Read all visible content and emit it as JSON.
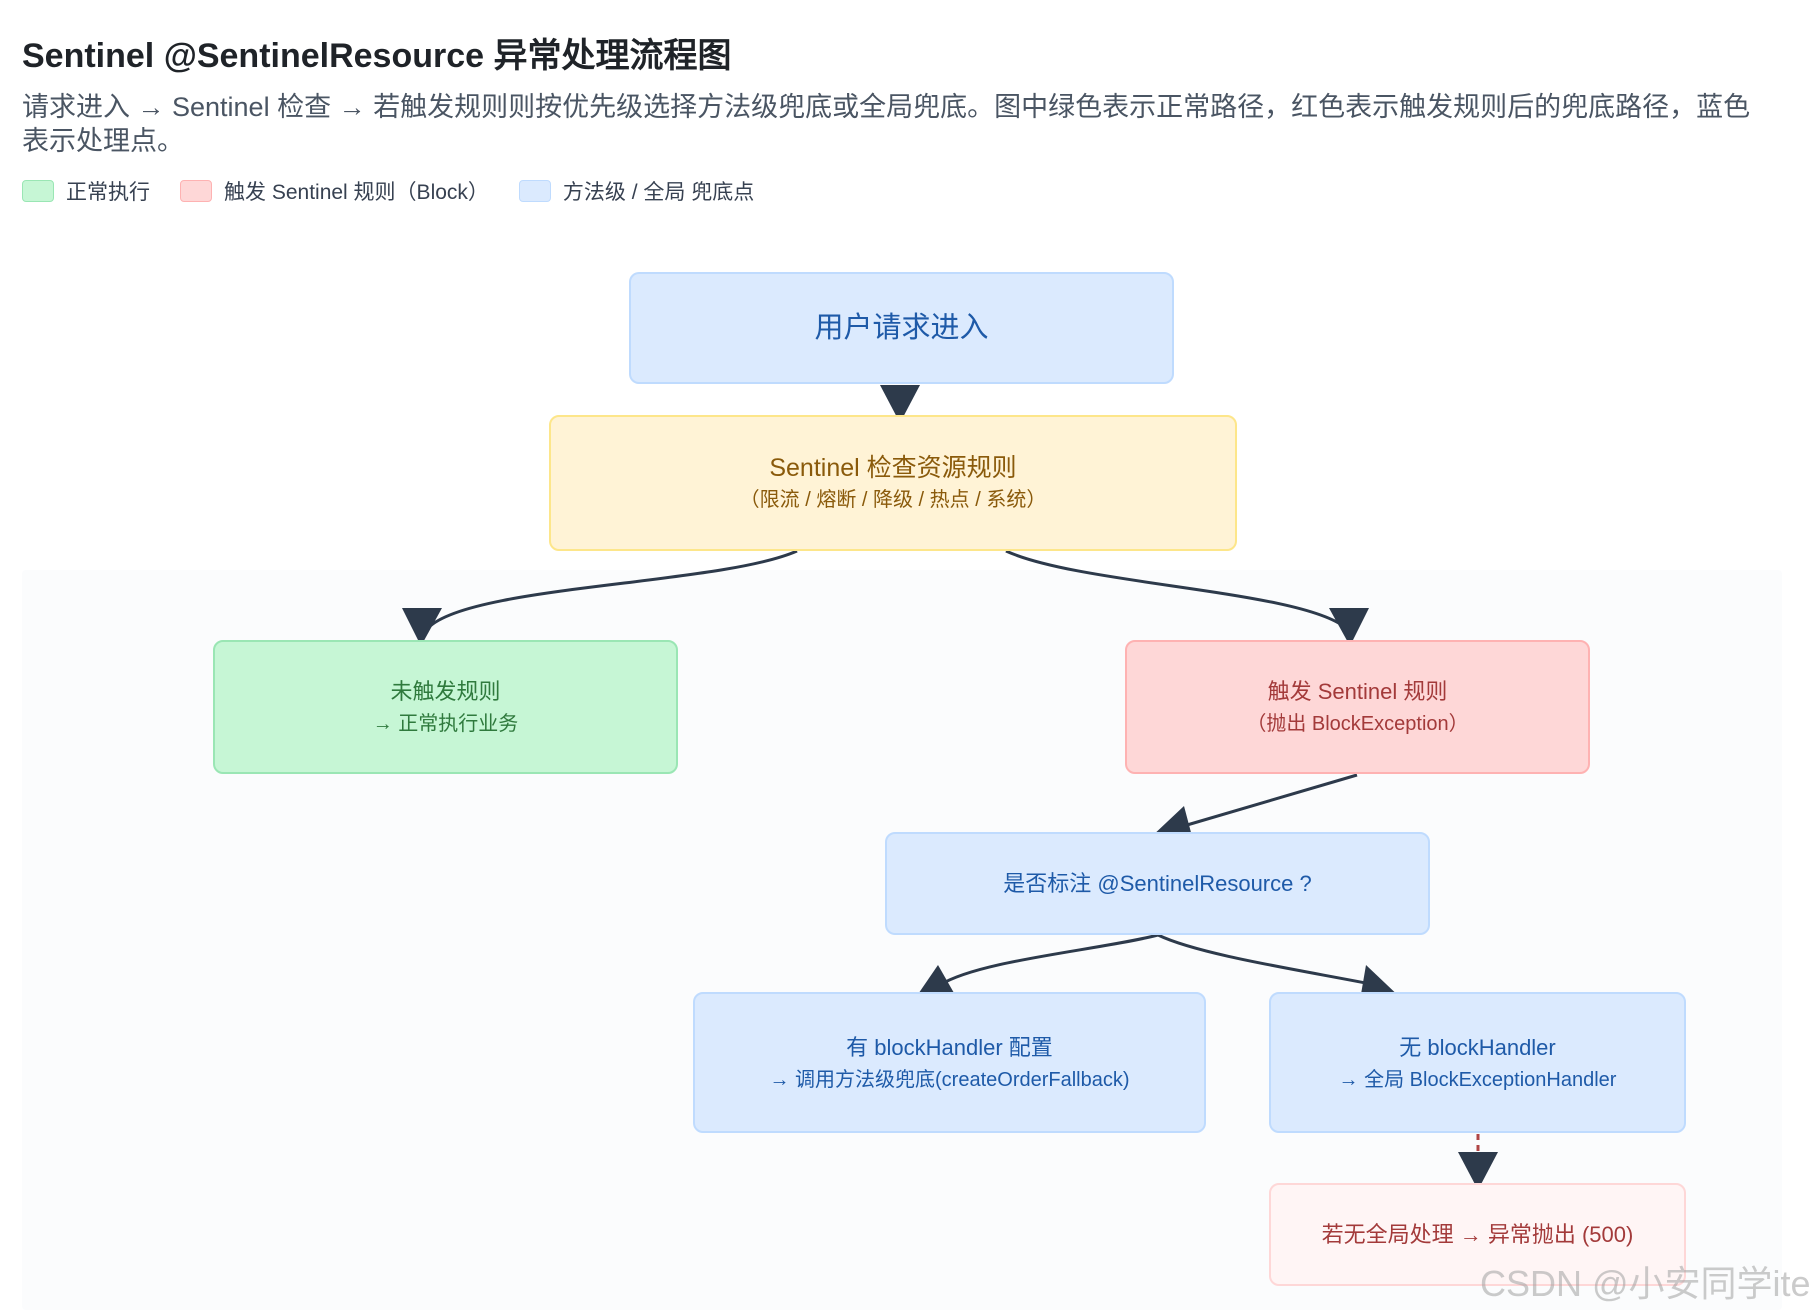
{
  "header": {
    "title": "Sentinel @SentinelResource 异常处理流程图",
    "description": "请求进入 → Sentinel 检查 → 若触发规则则按优先级选择方法级兜底或全局兜底。图中绿色表示正常路径，红色表示触发规则后的兜底路径，蓝色表示处理点。"
  },
  "legend": [
    {
      "label": "正常执行",
      "color": "#c6f6d5"
    },
    {
      "label": "触发 Sentinel 规则（Block）",
      "color": "#fed7d7"
    },
    {
      "label": "方法级 / 全局 兜底点",
      "color": "#dbeafe"
    }
  ],
  "nodes": {
    "request": {
      "line1": "用户请求进入"
    },
    "check": {
      "line1": "Sentinel 检查资源规则",
      "line2": "（限流 / 熔断 / 降级 / 热点 / 系统）"
    },
    "normal": {
      "line1": "未触发规则",
      "line2": "→ 正常执行业务"
    },
    "blocked": {
      "line1": "触发 Sentinel 规则",
      "line2": "（抛出 BlockException）"
    },
    "annotated": {
      "line1": "是否标注 @SentinelResource ?"
    },
    "with_handler": {
      "line1": "有 blockHandler 配置",
      "line2": "→ 调用方法级兜底(createOrderFallback)"
    },
    "no_handler": {
      "line1": "无 blockHandler",
      "line2": "→ 全局 BlockExceptionHandler"
    },
    "no_global": {
      "line1": "若无全局处理 → 异常抛出 (500)"
    }
  },
  "colors": {
    "edge": "#2d3a4b",
    "dashed_edge": "#b04545",
    "blue_fill": "#dbeafe",
    "yellow_fill": "#fff3d6",
    "green_fill": "#c6f6d5",
    "red_fill": "#fed7d7"
  },
  "watermark": "CSDN @小安同学iter"
}
